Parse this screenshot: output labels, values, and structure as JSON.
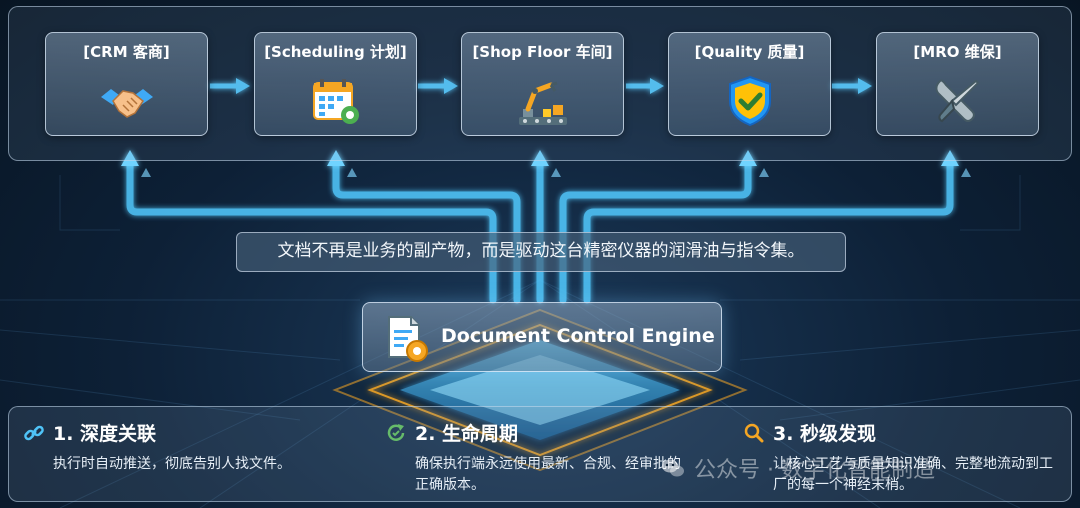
{
  "nodes": [
    {
      "label": "[CRM 客商]",
      "icon": "handshake-icon"
    },
    {
      "label": "[Scheduling 计划]",
      "icon": "calendar-gear-icon"
    },
    {
      "label": "[Shop Floor 车间]",
      "icon": "robot-arm-icon"
    },
    {
      "label": "[Quality 质量]",
      "icon": "shield-check-icon"
    },
    {
      "label": "[MRO 维保]",
      "icon": "wrench-screwdriver-icon"
    }
  ],
  "caption": "文档不再是业务的副产物，而是驱动这台精密仪器的润滑油与指令集。",
  "engine": {
    "label": "Document Control Engine",
    "icon": "document-gear-icon"
  },
  "features": [
    {
      "title": "1. 深度关联",
      "body": "执行时自动推送，彻底告别人找文件。",
      "icon": "link-icon"
    },
    {
      "title": "2. 生命周期",
      "body": "确保执行端永远使用最新、合规、经审批的正确版本。",
      "icon": "cycle-icon"
    },
    {
      "title": "3. 秒级发现",
      "body": "让核心工艺与质量知识准确、完整地流动到工厂的每一个神经末梢。",
      "icon": "magnifier-icon"
    }
  ],
  "watermark": "公众号 · 数字化智能制造",
  "colors": {
    "flow": "#4fc3f7",
    "accent": "#f5a623",
    "panel_border": "#c8dcf0"
  }
}
